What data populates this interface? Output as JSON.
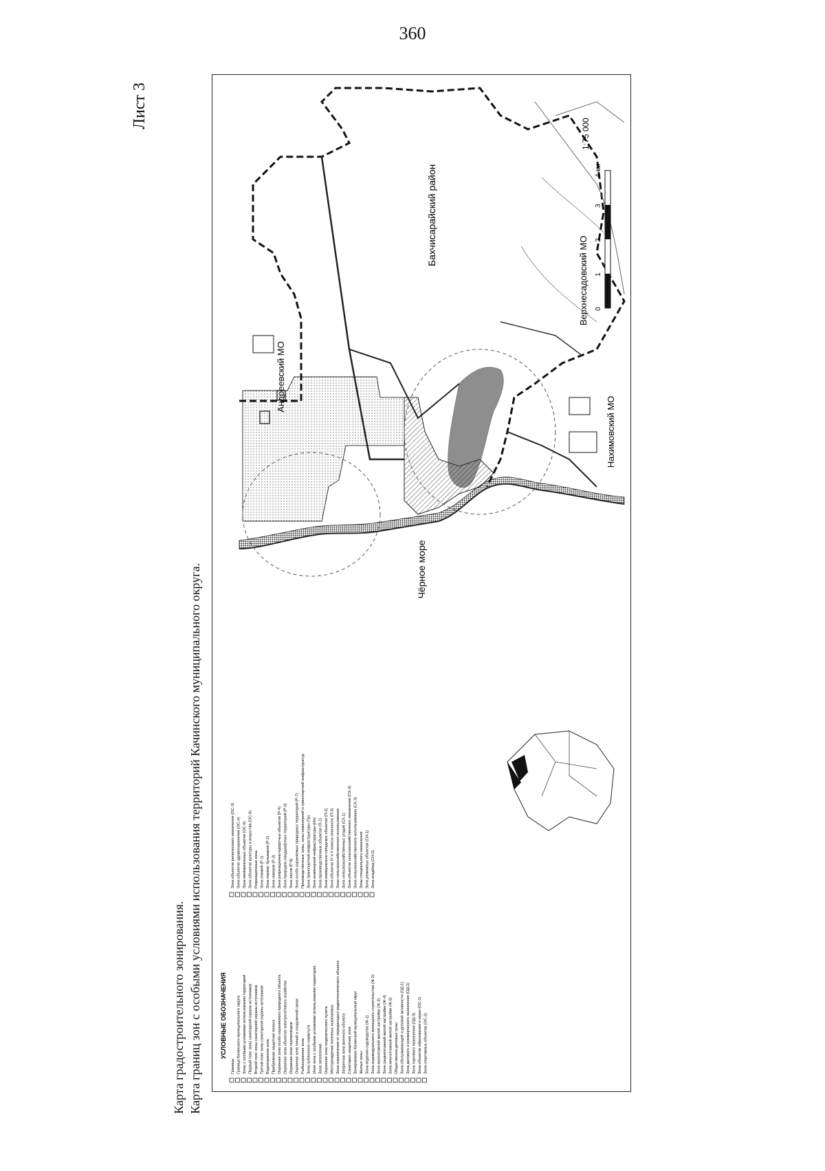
{
  "page": {
    "number": "360",
    "sheet": "Лист 3",
    "title_line1": "Карта градостроительного зонирования.",
    "title_line2": "Карта границ зон с особыми условиями использования территорий Качинского муниципального округа."
  },
  "map": {
    "labels": {
      "sea": "Чёрное море",
      "district": "Бахчисарайский район",
      "andreevsky": "Андреевский МО",
      "nakhimovsky": "Нахимовский МО",
      "verkhnesadovsky": "Верхнесадовский МО"
    },
    "scale": {
      "ratio": "1:75 000",
      "ticks": [
        "0",
        "1",
        "2",
        "3",
        "4 км"
      ]
    },
    "colors": {
      "ink": "#111111",
      "dot": "#555555",
      "paper": "#ffffff"
    }
  },
  "legend": {
    "title": "УСЛОВНЫЕ ОБОЗНАЧЕНИЯ",
    "col1": [
      "Границы",
      "Граница Качинского муниципального округа",
      "Зоны с особыми условиями использования территорий",
      "Первый пояс зоны санитарной охраны источников",
      "Второй пояс зоны санитарной охраны источников",
      "Третий пояс зоны санитарной охраны источников",
      "Водоохранная зона",
      "Прибрежная защитная полоса",
      "Охранная зона особо охраняемого природного объекта",
      "Охранная зона объектов электросетевого хозяйства",
      "Охранная зона газопроводов",
      "Охранная зона линий и сооружений связи",
      "Рыбоохранная зона",
      "Зона публичного сервитута",
      "Иная зона с особыми условиями использования территории",
      "Зона затопления",
      "Охранная зона геодезического пункта",
      "Месторождения полезных ископаемых",
      "Зона ограничения от передающего радиотехнического объекта",
      "Запретная зона военного объекта",
      "Санитарно-защитная зона",
      "Зонирование Качинский муниципальный округ",
      "Жилые зоны",
      "Зона ведения садоводства (Ж-1)",
      "Зона индивидуального жилищного строительства (Ж-2)",
      "Зона малоэтажной жилой застройки (Ж-3)",
      "Зона среднеэтажной жилой застройки (Ж-4)",
      "Зона многоэтажной жилой застройки (Ж-5)",
      "Общественно-деловые зоны",
      "Зона обслуживающей и деловой активности (ОД-1)",
      "Зона делового и коммерческого назначения (ОД-2)",
      "Зона торгового назначения (ОД-3)",
      "Зона объектов образования и науки (ОС-1)",
      "Зона спортивных объектов (ОС-2)"
    ],
    "col2": [
      "Зона объектов религиозного назначения (ОС-3)",
      "Зона объектов здравоохранения (ОС-4)",
      "Зона мемориальных объектов (ОС-5)",
      "Зона объектов культуры и искусства (ОС-6)",
      "Рекреационные зоны",
      "Зона пляжей (Р-1)",
      "Зона парков, бульваров (Р-2)",
      "Зона скверов (Р-3)",
      "Зона рекреационно-курортных объектов (Р-4)",
      "Зона природно-ландшафтных территорий (Р-5)",
      "Зона лесов (Р-6)",
      "Зона особо охраняемых природных территорий (Р-7)",
      "Производственные зоны, зоны инженерной и транспортной инфраструктур",
      "Зона транспортной инфраструктуры (Тр)",
      "Зона инженерной инфраструктуры (Ин)",
      "Зона производственных объектов (П-1)",
      "Зона коммунально-складских объектов (П-2)",
      "Зона объектов IV и V класса опасности (П-3)",
      "Зоны сельскохозяйственного использования",
      "Зона сельскохозяйственных угодий (СХ-1)",
      "Зона объектов сельскохозяйственного назначения (СХ-2)",
      "Зона сельскохозяйственного использования (СХ-3)",
      "Зоны специального назначения",
      "Зона режимных объектов (СН-1)",
      "Зона кладбищ (СН-2)"
    ]
  }
}
